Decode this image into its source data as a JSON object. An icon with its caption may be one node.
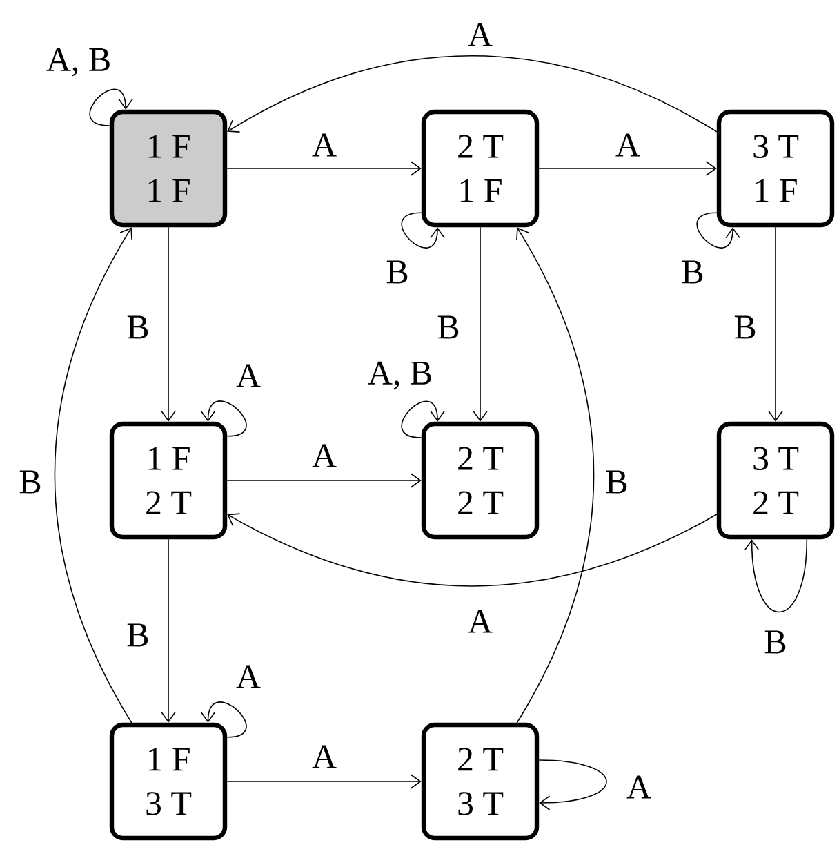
{
  "diagram": {
    "nodes": [
      {
        "text": [
          "1 F",
          "1 F"
        ]
      },
      {
        "text": [
          "2 T",
          "1 F"
        ]
      },
      {
        "text": [
          "3 T",
          "1 F"
        ]
      },
      {
        "text": [
          "1 F",
          "2 T"
        ]
      },
      {
        "text": [
          "2 T",
          "2 T"
        ]
      },
      {
        "text": [
          "3 T",
          "2 T"
        ]
      },
      {
        "text": [
          "1 F",
          "3 T"
        ]
      },
      {
        "text": [
          "2 T",
          "3 T"
        ]
      }
    ],
    "edges": [
      {
        "from": 0,
        "to": 0,
        "arrow": "to",
        "label": "A, B"
      },
      {
        "from": 0,
        "to": 1,
        "arrow": "to",
        "label": "A"
      },
      {
        "from": 1,
        "to": 2,
        "arrow": "to",
        "label": "A"
      },
      {
        "from": 2,
        "to": 0,
        "arrow": "to",
        "label": "A"
      },
      {
        "from": 1,
        "to": 1,
        "arrow": "to",
        "label": "B"
      },
      {
        "from": 2,
        "to": 2,
        "arrow": "to",
        "label": "B"
      },
      {
        "from": 0,
        "to": 3,
        "arrow": "to",
        "label": "B"
      },
      {
        "from": 1,
        "to": 4,
        "arrow": "to",
        "label": "B"
      },
      {
        "from": 2,
        "to": 5,
        "arrow": "to",
        "label": "B"
      },
      {
        "from": 3,
        "to": 3,
        "arrow": "to",
        "label": "A"
      },
      {
        "from": 3,
        "to": 4,
        "arrow": "to",
        "label": "A"
      },
      {
        "from": 4,
        "to": 4,
        "arrow": "to",
        "label": "A, B"
      },
      {
        "from": 5,
        "to": 3,
        "arrow": "to",
        "label": "A"
      },
      {
        "from": 5,
        "to": 5,
        "arrow": "to",
        "label": "B"
      },
      {
        "from": 3,
        "to": 6,
        "arrow": "to",
        "label": "B"
      },
      {
        "from": 6,
        "to": 0,
        "arrow": "to",
        "label": "B"
      },
      {
        "from": 6,
        "to": 6,
        "arrow": "to",
        "label": "A"
      },
      {
        "from": 6,
        "to": 7,
        "arrow": "to",
        "label": "A"
      },
      {
        "from": 7,
        "to": 7,
        "arrow": "to",
        "label": "A"
      },
      {
        "from": 7,
        "to": 1,
        "arrow": "to",
        "label": "B"
      }
    ]
  }
}
